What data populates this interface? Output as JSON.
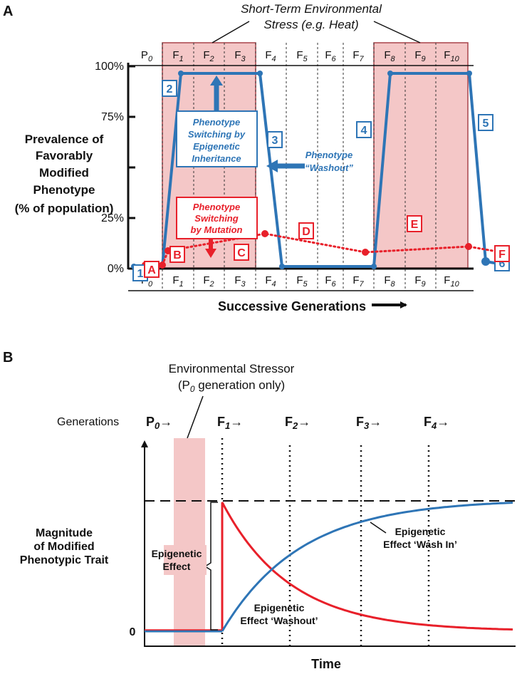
{
  "colors": {
    "blue": "#2e75b6",
    "red": "#e8202a",
    "stress_fill": "#f4c7c7",
    "stress_edge": "#a8434a",
    "black": "#111111"
  },
  "panel_a": {
    "label": "A",
    "stress_title_line1": "Short-Term Environmental",
    "stress_title_line2": "Stress (e.g. Heat)",
    "y_axis_title": [
      "Prevalence of",
      "Favorably",
      "Modified",
      "Phenotype",
      "(% of population)"
    ],
    "y_ticks": [
      "100%",
      "75%",
      "25%",
      "0%"
    ],
    "x_title": "Successive Generations",
    "generations": [
      {
        "base": "P",
        "sub": "0"
      },
      {
        "base": "F",
        "sub": "1"
      },
      {
        "base": "F",
        "sub": "2"
      },
      {
        "base": "F",
        "sub": "3"
      },
      {
        "base": "F",
        "sub": "4"
      },
      {
        "base": "F",
        "sub": "5"
      },
      {
        "base": "F",
        "sub": "6"
      },
      {
        "base": "F",
        "sub": "7"
      },
      {
        "base": "F",
        "sub": "8"
      },
      {
        "base": "F",
        "sub": "9"
      },
      {
        "base": "F",
        "sub": "10"
      }
    ],
    "stress_generations": [
      "F1-F3",
      "F8-F10"
    ],
    "epigenetic_box": [
      "Phenotype",
      "Switching by",
      "Epigenetic",
      "Inheritance"
    ],
    "mutation_box": [
      "Phenotype",
      "Switching",
      "by Mutation"
    ],
    "washout_label": [
      "Phenotype",
      "“Washout”"
    ],
    "blue_markers": [
      "1",
      "2",
      "3",
      "4",
      "5",
      "6"
    ],
    "red_markers": [
      "A",
      "B",
      "C",
      "D",
      "E",
      "F"
    ]
  },
  "panel_b": {
    "label": "B",
    "stressor_line1": "Environmental Stressor",
    "stressor_line2_pre": "(P",
    "stressor_line2_sub": "0",
    "stressor_line2_post": " generation only)",
    "generations_label": "Generations",
    "gen_labels": [
      {
        "base": "P",
        "sub": "0",
        "arrow": "→"
      },
      {
        "base": "F",
        "sub": "1",
        "arrow": "→"
      },
      {
        "base": "F",
        "sub": "2",
        "arrow": "→"
      },
      {
        "base": "F",
        "sub": "3",
        "arrow": "→"
      },
      {
        "base": "F",
        "sub": "4",
        "arrow": "→"
      }
    ],
    "y_title": [
      "Magnitude",
      "of Modified",
      "Phenotypic Trait"
    ],
    "zero_label": "0",
    "epi_effect": [
      "Epigenetic",
      "Effect"
    ],
    "washout": [
      "Epigenetic",
      "Effect ‘Washout’"
    ],
    "washin": [
      "Epigenetic",
      "Effect ‘Wash In’"
    ],
    "x_title": "Time"
  }
}
